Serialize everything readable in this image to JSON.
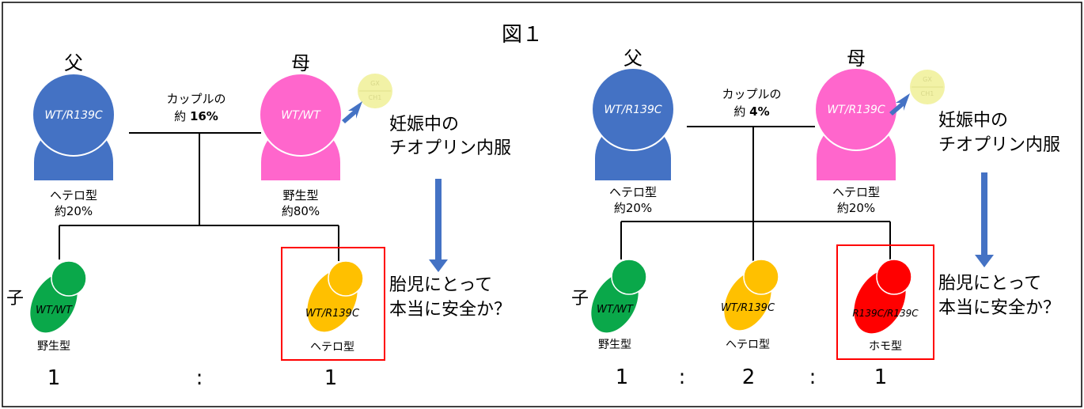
{
  "figure": {
    "title": "図１"
  },
  "left": {
    "father": {
      "label": "父",
      "genotype": "WT/R139C",
      "type_label": "ヘテロ型",
      "freq": "約20%"
    },
    "mother": {
      "label": "母",
      "genotype": "WT/WT",
      "type_label": "野生型",
      "freq": "約80%"
    },
    "couple": {
      "line1": "カップルの",
      "line2_prefix": "約 ",
      "line2_value": "16%"
    },
    "pill_text": [
      "GX",
      "CH1"
    ],
    "note": {
      "line1": "妊娠中の",
      "line2": "チオプリン内服",
      "q1": "胎児にとって",
      "q2": "本当に安全か？"
    },
    "children_label": "子",
    "children": [
      {
        "genotype": "WT/WT",
        "type_label": "野生型",
        "color": "#0aa84a"
      },
      {
        "genotype": "WT/R139C",
        "type_label": "ヘテロ型",
        "color": "#ffc000"
      }
    ],
    "ratio": [
      "1",
      ":",
      "1"
    ]
  },
  "right": {
    "father": {
      "label": "父",
      "genotype": "WT/R139C",
      "type_label": "ヘテロ型",
      "freq": "約20%"
    },
    "mother": {
      "label": "母",
      "genotype": "WT/R139C",
      "type_label": "ヘテロ型",
      "freq": "約20%"
    },
    "couple": {
      "line1": "カップルの",
      "line2_prefix": "約 ",
      "line2_value": "4%"
    },
    "pill_text": [
      "GX",
      "CH1"
    ],
    "note": {
      "line1": "妊娠中の",
      "line2": "チオプリン内服",
      "q1": "胎児にとって",
      "q2": "本当に安全か？"
    },
    "children_label": "子",
    "children": [
      {
        "genotype": "WT/WT",
        "type_label": "野生型",
        "color": "#0aa84a"
      },
      {
        "genotype": "WT/R139C",
        "type_label": "ヘテロ型",
        "color": "#ffc000"
      },
      {
        "genotype": "R139C/R139C",
        "type_label": "ホモ型",
        "color": "#ff0000"
      }
    ],
    "ratio": [
      "1",
      ":",
      "2",
      ":",
      "1"
    ]
  },
  "colors": {
    "father": "#4472c4",
    "mother": "#ff66cc",
    "arrow": "#4472c4",
    "highlight": "#ff0000",
    "pill": "#f2f2a6",
    "line": "#000000"
  }
}
